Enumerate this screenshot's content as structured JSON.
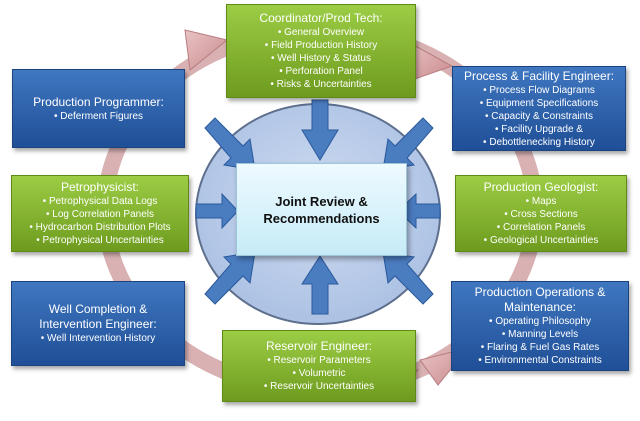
{
  "center": {
    "line1": "Joint Review &",
    "line2": "Recommendations"
  },
  "colors": {
    "green": "#8dbf3a",
    "blue": "#2d62ad",
    "ring": "#d7a8aa",
    "arrow": "#4a7cc0",
    "center": "#dff4fb"
  },
  "boxes": {
    "coordinator": {
      "title": "Coordinator/Prod Tech:",
      "items": [
        "General Overview",
        "Field Production History",
        "Well History & Status",
        "Perforation Panel",
        "Risks & Uncertainties"
      ]
    },
    "programmer": {
      "title": "Production Programmer:",
      "items": [
        "Deferment Figures"
      ]
    },
    "process": {
      "title": "Process  & Facility Engineer:",
      "items": [
        "Process Flow Diagrams",
        "Equipment Specifications",
        "Capacity & Constraints",
        "Facility Upgrade &",
        "Debottlenecking History"
      ]
    },
    "petrophysicist": {
      "title": "Petrophysicist:",
      "items": [
        "Petrophysical Data Logs",
        "Log Correlation Panels",
        "Hydrocarbon Distribution Plots",
        "Petrophysical Uncertainties"
      ]
    },
    "geologist": {
      "title": "Production Geologist:",
      "items": [
        "Maps",
        "Cross Sections",
        "Correlation Panels",
        "Geological Uncertainties"
      ]
    },
    "wellcompletion": {
      "title1": "Well Completion &",
      "title2": "Intervention Engineer:",
      "items": [
        "Well Intervention History"
      ]
    },
    "reservoir": {
      "title": "Reservoir Engineer:",
      "items": [
        "Reservoir Parameters",
        "Volumetric",
        "Reservoir Uncertainties"
      ]
    },
    "operations": {
      "title1": "Production Operations &",
      "title2": "Maintenance:",
      "items": [
        "Operating Philosophy",
        "Manning Levels",
        "Flaring & Fuel Gas Rates",
        "Environmental Constraints"
      ]
    }
  }
}
